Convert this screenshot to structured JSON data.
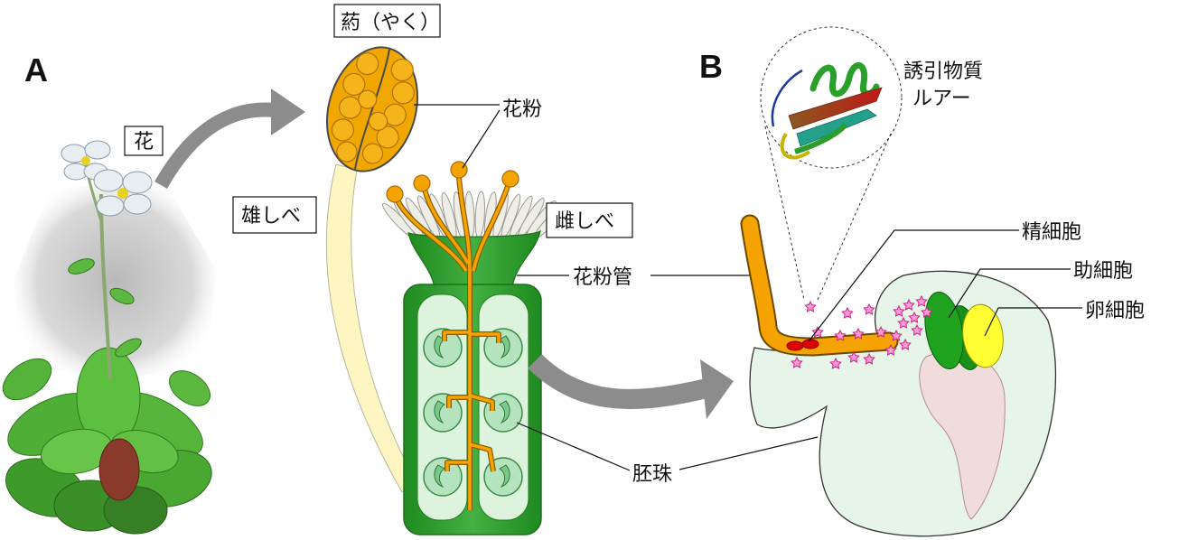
{
  "panels": {
    "a": "A",
    "b": "B"
  },
  "labels": {
    "flower": "花",
    "anther": "葯（やく）",
    "pollen": "花粉",
    "stamen": "雄しべ",
    "pistil": "雌しべ",
    "pollen_tube": "花粉管",
    "ovule": "胚珠",
    "attractant_line1": "誘引物質",
    "attractant_line2": "ルアー",
    "sperm_cell": "精細胞",
    "synergid_cell": "助細胞",
    "egg_cell": "卵細胞"
  },
  "colors": {
    "pollen": "#f5a300",
    "pistil_green": "#2e9e2e",
    "ovule_pale": "#e4f4e6",
    "synergid": "#1fa31f",
    "egg": "#ffff33",
    "sperm": "#e00000",
    "attractant": "#ff9ad5",
    "arrow": "#8c8c8c"
  }
}
